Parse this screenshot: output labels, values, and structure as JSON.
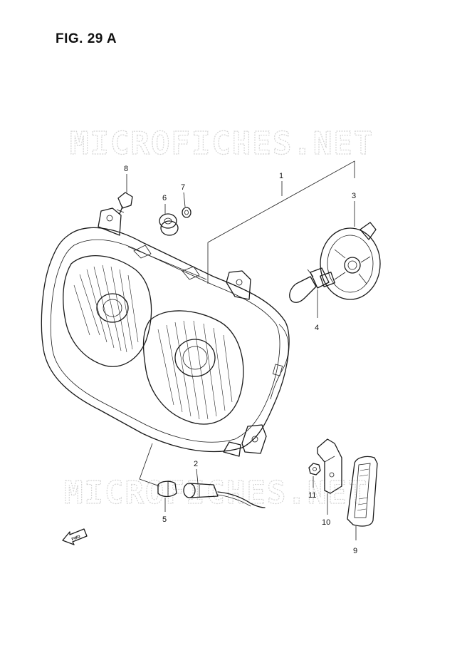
{
  "figure": {
    "title": "FIG. 29 A",
    "watermark": "MICROFICHES.NET",
    "fwd_label": "FWD"
  },
  "callouts": {
    "p1": "1",
    "p2": "2",
    "p3": "3",
    "p4": "4",
    "p5": "5",
    "p6": "6",
    "p7": "7",
    "p8": "8",
    "p9": "9",
    "p10": "10",
    "p11": "11"
  },
  "colors": {
    "line": "#1a1a1a",
    "watermark": "#d4d4d4",
    "background": "#ffffff"
  }
}
